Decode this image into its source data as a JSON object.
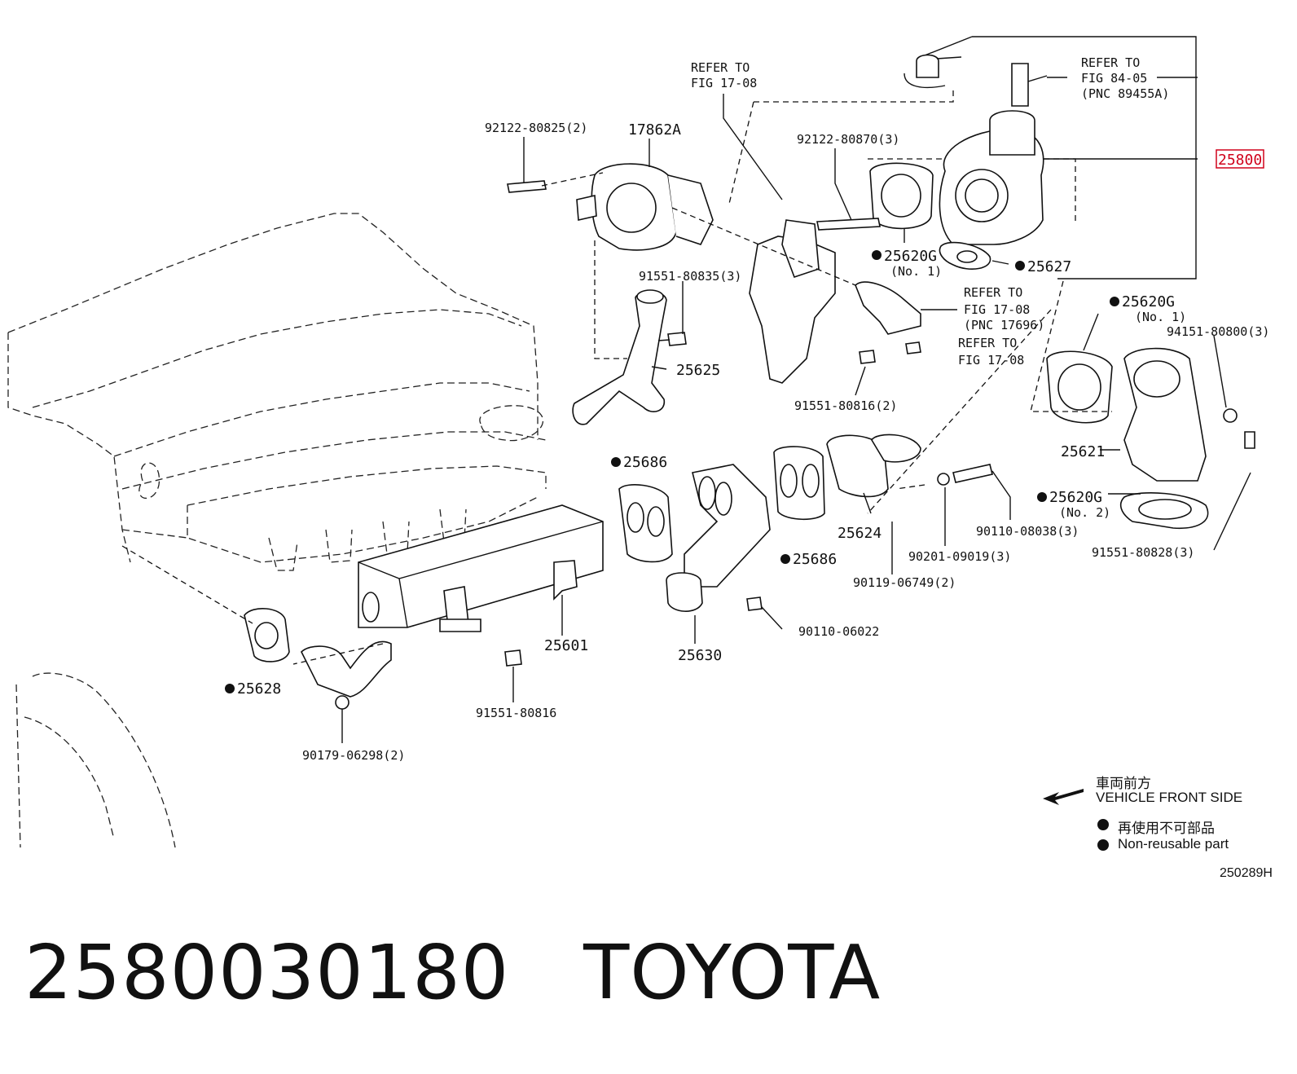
{
  "refer_label": "REFER TO",
  "refs": {
    "top_center": "FIG 17-08",
    "top_right_fig": "FIG 84-05",
    "top_right_pnc": "(PNC 89455A)",
    "mid_fig": "FIG 17-08",
    "mid_pnc": "(PNC 17696)",
    "lower_fig": "FIG 17-08"
  },
  "parts": {
    "p_92122_80825": "92122-80825(2)",
    "p_17862A": "17862A",
    "p_92122_80870": "92122-80870(3)",
    "p_25800": "25800",
    "p_25620G_a": "25620G",
    "p_no1_a": "(No. 1)",
    "p_25627": "25627",
    "p_91551_80835": "91551-80835(3)",
    "p_25625": "25625",
    "p_25620G_b": "25620G",
    "p_no1_b": "(No. 1)",
    "p_94151_80800": "94151-80800(3)",
    "p_91551_80816_2": "91551-80816(2)",
    "p_25686_a": "25686",
    "p_25621": "25621",
    "p_25620G_c": "25620G",
    "p_no2": "(No. 2)",
    "p_25624": "25624",
    "p_90110_08038": "90110-08038(3)",
    "p_25686_b": "25686",
    "p_90201_09019": "90201-09019(3)",
    "p_91551_80828": "91551-80828(3)",
    "p_90119_06749": "90119-06749(2)",
    "p_25601": "25601",
    "p_90110_06022": "90110-06022",
    "p_25630": "25630",
    "p_25628": "25628",
    "p_91551_80816": "91551-80816",
    "p_90179_06298": "90179-06298(2)"
  },
  "highlight_color": "#d0021b",
  "legend": {
    "front_jp": "車両前方",
    "front_en": "VEHICLE FRONT SIDE",
    "nonreuse_jp": "再使用不可部品",
    "nonreuse_en": "Non-reusable part"
  },
  "figure_code": "250289H",
  "caption": {
    "part_number": "2580030180",
    "brand": "TOYOTA"
  }
}
